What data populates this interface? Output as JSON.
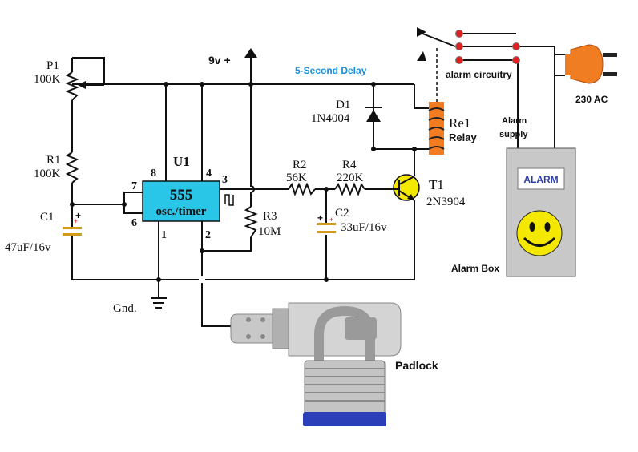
{
  "labels": {
    "p1": "P1",
    "p1_value": "100K",
    "r1": "R1",
    "r1_value": "100K",
    "c1": "C1",
    "c1_value": "47uF/16v",
    "u1": "U1",
    "chip_line1": "555",
    "chip_line2": "osc./timer",
    "pin8": "8",
    "pin4": "4",
    "pin3": "3",
    "pin7": "7",
    "pin6": "6",
    "pin1": "1",
    "pin2": "2",
    "supply": "9v +",
    "delay_note": "5-Second Delay",
    "d1": "D1",
    "d1_value": "1N4004",
    "re1": "Re1",
    "relay": "Relay",
    "r2": "R2",
    "r2_value": "56K",
    "r4": "R4",
    "r4_value": "220K",
    "t1": "T1",
    "t1_value": "2N3904",
    "r3": "R3",
    "r3_value": "10M",
    "c2": "C2",
    "c2_value": "33uF/16v",
    "gnd": "Gnd.",
    "padlock": "Padlock",
    "alarm_circuitry": "alarm circuitry",
    "ac": "230 AC",
    "alarm_supply_1": "Alarm",
    "alarm_supply_2": "supply",
    "alarm_badge": "ALARM",
    "alarm_box": "Alarm Box",
    "plus": "+"
  },
  "colors": {
    "wire": "#111111",
    "chip_fill": "#29c6e8",
    "relay_coil": "#f47c20",
    "plug": "#f07d21",
    "delay_text": "#1b8ed8",
    "contact_dot": "#e02020",
    "alarm_box": "#c8c8c8",
    "smiley": "#f5e800",
    "badge_text": "#2f3fa8"
  }
}
